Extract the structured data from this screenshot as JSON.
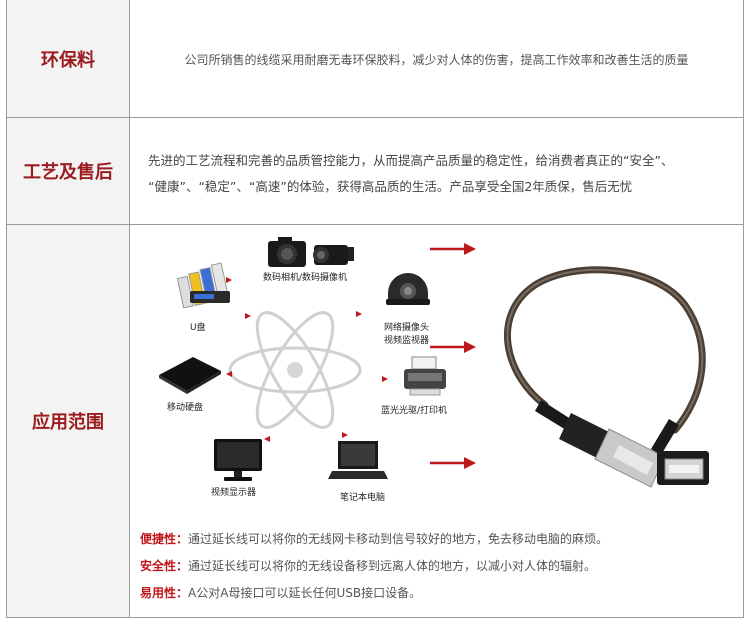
{
  "rows": [
    {
      "label": "环保料",
      "text": "公司所销售的线缆采用耐磨无毒环保胶料，减少对人体的伤害，提高工作效率和改善生活的质量"
    },
    {
      "label": "工艺及售后",
      "lines": [
        "先进的工艺流程和完善的品质管控能力，从而提高产品质量的稳定性，给消费者真正的“安全”、",
        "“健康”、“稳定”、“高速”的体验，获得高品质的生活。产品享受全国2年质保，售后无忧"
      ]
    },
    {
      "label": "应用范围",
      "devices": {
        "camera": "数码相机/数码摄像机",
        "usb": "U盘",
        "webcam_l1": "网络摄像头",
        "webcam_l2": "视频监视器",
        "hdd": "移动硬盘",
        "printer": "蓝光光驱/打印机",
        "monitor": "视频显示器",
        "laptop": "笔记本电脑"
      },
      "features": [
        {
          "key": "便捷性",
          "sep": "：",
          "text": "通过延长线可以将你的无线网卡移动到信号较好的地方，免去移动电脑的麻烦。"
        },
        {
          "key": "安全性",
          "sep": "：",
          "text": "通过延长线可以将你的无线设备移到远离人体的地方，以减小对人体的辐射。"
        },
        {
          "key": "易用性",
          "sep": "：",
          "text": "A公对A母接口可以延长任何USB接口设备。"
        }
      ]
    }
  ],
  "colors": {
    "accent": "#9b1b1e",
    "arrow": "#c0171c",
    "border": "#9a9a9a",
    "label_bg": "#f3f3f3"
  }
}
